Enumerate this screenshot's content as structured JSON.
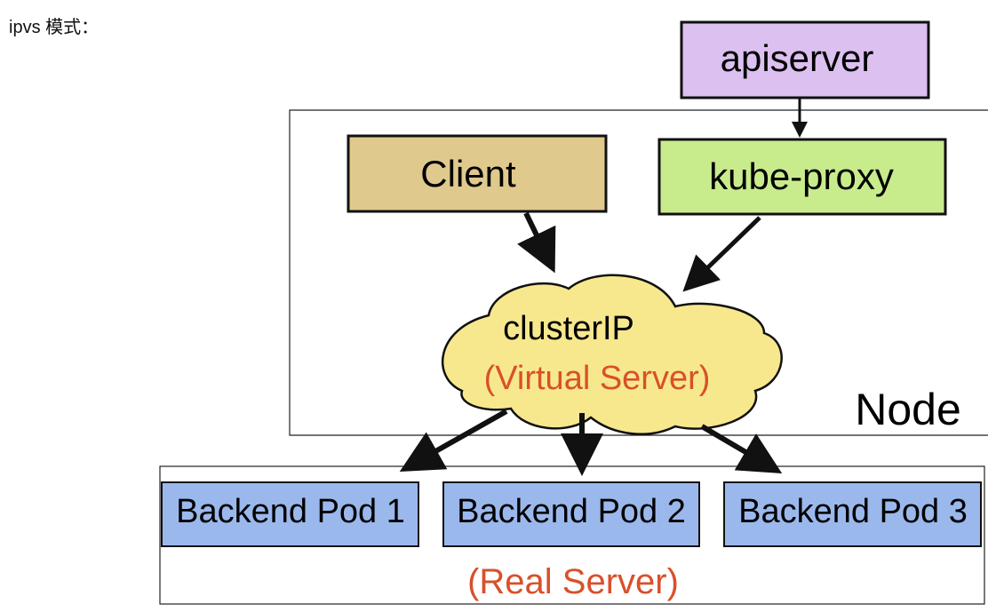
{
  "heading": "ipvs 模式：",
  "colors": {
    "apiserver": "#dcc0f0",
    "client": "#dfc98c",
    "kube_proxy": "#c8ec8c",
    "cloud": "#f7e88e",
    "backend_pod": "#9bb8ec",
    "accent_red": "#d9502a"
  },
  "diagram": {
    "apiserver": "apiserver",
    "client": "Client",
    "kube_proxy": "kube-proxy",
    "cluster_ip": "clusterIP",
    "virtual_server": "(Virtual Server)",
    "node": "Node",
    "pods": [
      "Backend Pod 1",
      "Backend Pod 2",
      "Backend Pod 3"
    ],
    "real_server": "(Real Server)"
  }
}
